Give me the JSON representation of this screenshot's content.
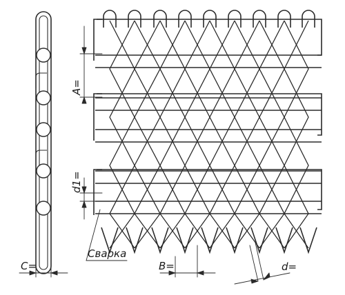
{
  "labels": {
    "a": "A=",
    "b": "B=",
    "c": "C=",
    "d": "d=",
    "d1": "d1=",
    "weld": "Сварка"
  },
  "colors": {
    "line": "#2a2a2a",
    "background": "#ffffff"
  }
}
